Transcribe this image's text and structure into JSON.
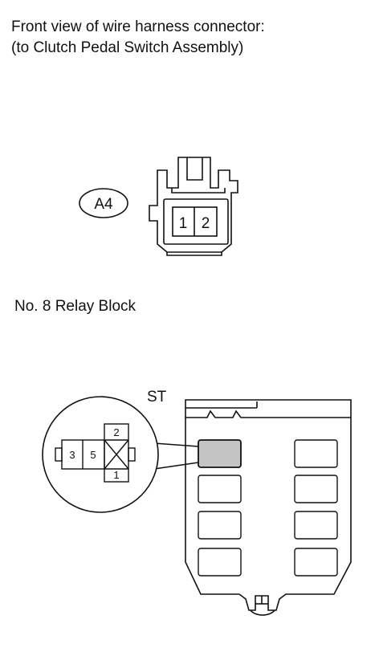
{
  "connector_section": {
    "title_line1": "Front view of wire harness connector:",
    "title_line2": "(to Clutch Pedal Switch Assembly)",
    "connector_id": "A4",
    "pins": [
      "1",
      "2"
    ]
  },
  "relay_section": {
    "title": "No. 8 Relay Block",
    "relay_label": "ST",
    "detail_pins": {
      "left_a": "3",
      "left_b": "5",
      "top": "2",
      "bottom": "1"
    },
    "highlight_color": "#c4c4c4"
  }
}
